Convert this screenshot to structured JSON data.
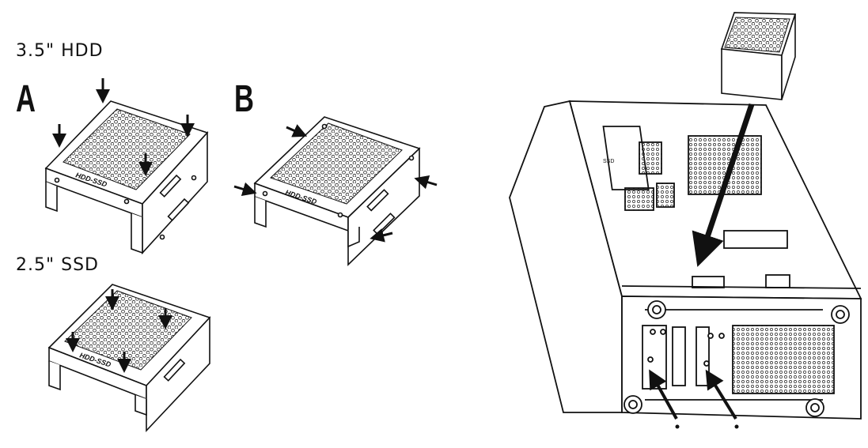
{
  "labels": {
    "hdd": "3.5\" HDD",
    "ssd": "2.5\" SSD",
    "step_a": "A",
    "step_b": "B",
    "bracket_text": "HDD-SSD",
    "case_badge_text": "SSD"
  },
  "colors": {
    "line": "#111111",
    "background": "#ffffff",
    "mesh": "#222222"
  }
}
